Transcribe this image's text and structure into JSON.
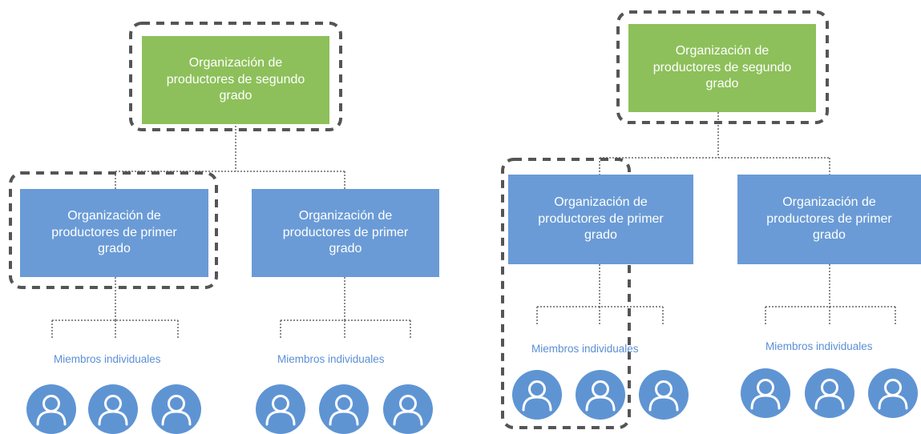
{
  "colors": {
    "second_grade_box": "#8dc05a",
    "first_grade_box": "#6a9bd6",
    "member_label": "#5b8fd6",
    "avatar": "#5f94d3",
    "dashed_outline": "#555555",
    "connector": "#666666"
  },
  "left": {
    "top_box": "Organización de productores de segundo grado",
    "first_grade_boxes": [
      "Organización de productores de primer grado",
      "Organización de productores de primer grado"
    ],
    "member_labels": [
      "Miembros individuales",
      "Miembros individuales"
    ]
  },
  "right": {
    "top_box": "Organización de productores de segundo grado",
    "first_grade_boxes": [
      "Organización de productores de primer grado",
      "Organización de productores de primer grado"
    ],
    "member_labels": [
      "Miembros individuales",
      "Miembros individuales"
    ]
  },
  "icons": {
    "member_avatar": "person-avatar-icon"
  }
}
